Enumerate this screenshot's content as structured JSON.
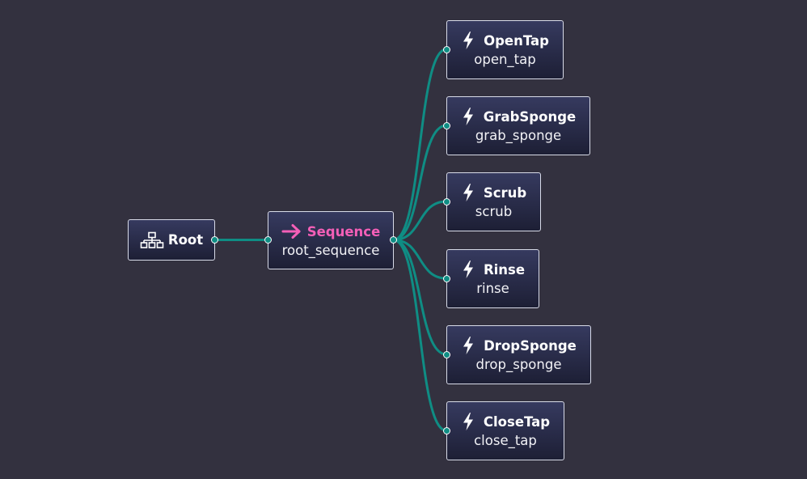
{
  "root": {
    "label": "Root",
    "icon": "hierarchy-icon"
  },
  "sequence": {
    "label": "Sequence",
    "name": "root_sequence",
    "icon": "arrow-right-icon",
    "accent": "#f45fb7"
  },
  "actions": [
    {
      "label": "OpenTap",
      "name": "open_tap",
      "icon": "lightning-icon"
    },
    {
      "label": "GrabSponge",
      "name": "grab_sponge",
      "icon": "lightning-icon"
    },
    {
      "label": "Scrub",
      "name": "scrub",
      "icon": "lightning-icon"
    },
    {
      "label": "Rinse",
      "name": "rinse",
      "icon": "lightning-icon"
    },
    {
      "label": "DropSponge",
      "name": "drop_sponge",
      "icon": "lightning-icon"
    },
    {
      "label": "CloseTap",
      "name": "close_tap",
      "icon": "lightning-icon"
    }
  ],
  "colors": {
    "background": "#33313f",
    "edge": "#0f8d84",
    "node_border": "#d8dbe8"
  }
}
